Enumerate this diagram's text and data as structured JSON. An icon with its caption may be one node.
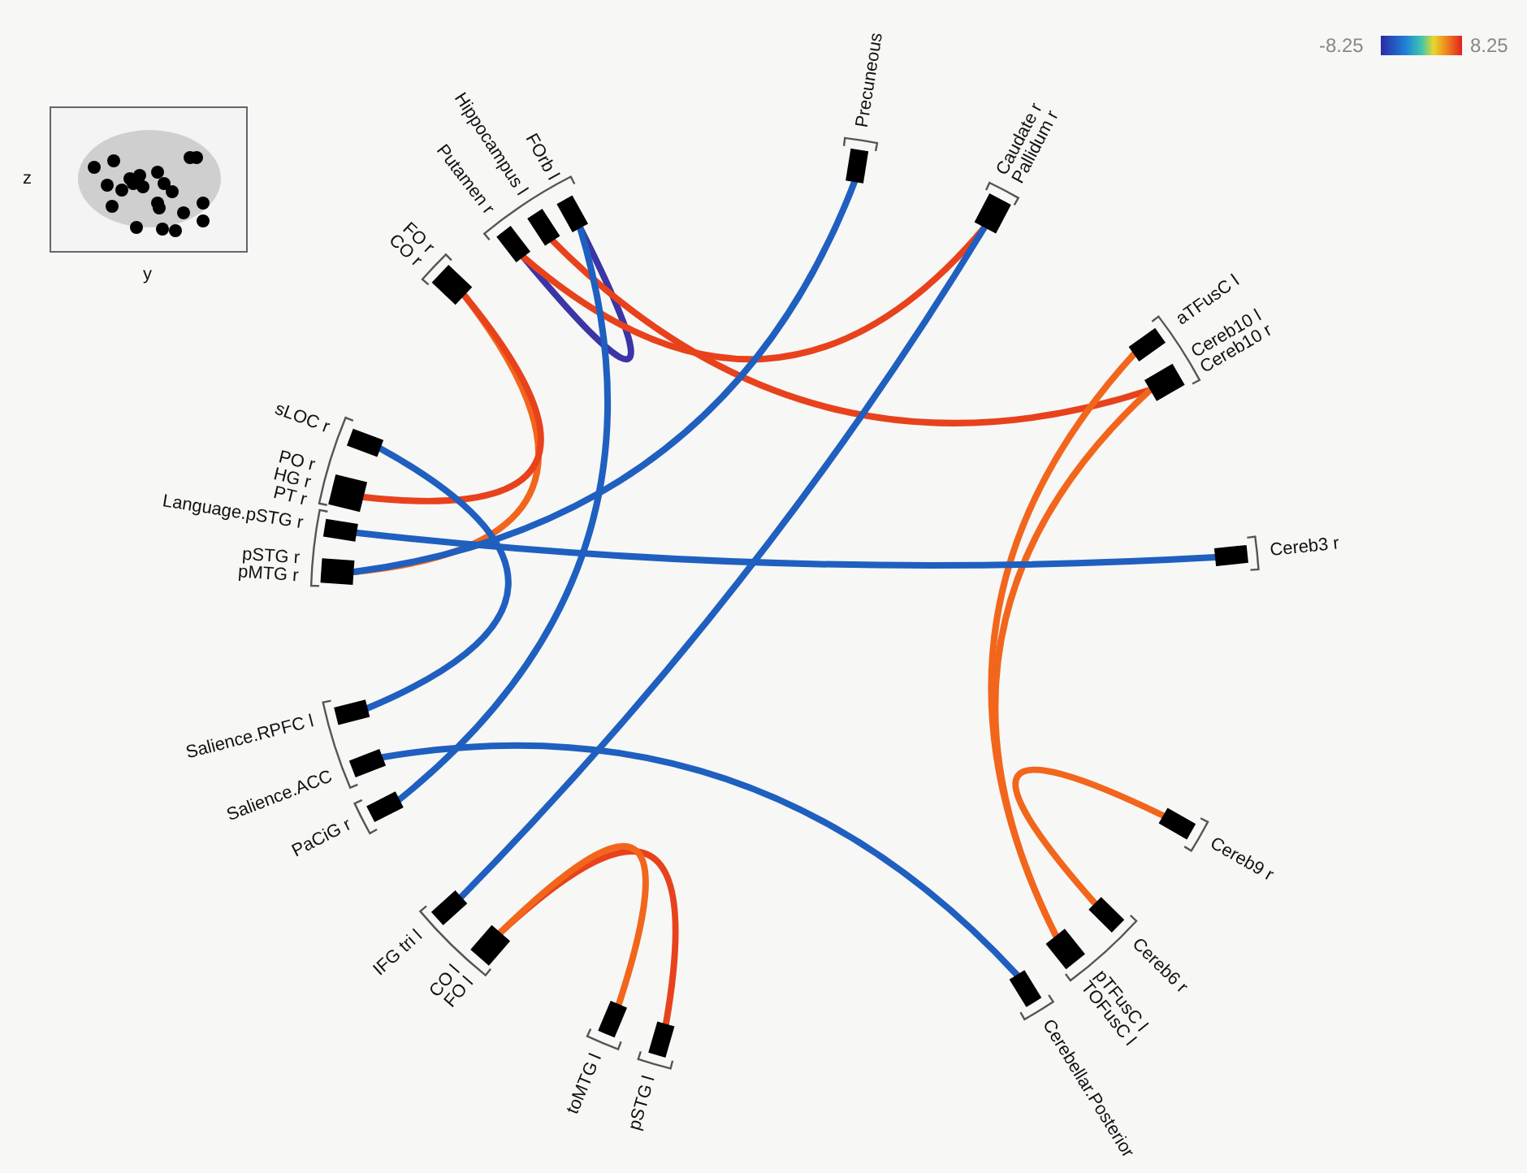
{
  "diagram": {
    "nodes": [
      {
        "text": [
          "FO r",
          "CO r"
        ]
      },
      {
        "text": [
          "Putamen r"
        ]
      },
      {
        "text": [
          "Hippocampus l"
        ]
      },
      {
        "text": [
          "FOrb l"
        ]
      },
      {
        "text": [
          "Precuneous"
        ]
      },
      {
        "text": [
          "Caudate r",
          "Pallidum r"
        ]
      },
      {
        "text": [
          "aTFusC l"
        ]
      },
      {
        "text": [
          "Cereb10 l",
          "Cereb10 r"
        ]
      },
      {
        "text": [
          "Cereb3 r"
        ]
      },
      {
        "text": [
          "Cereb9 r"
        ]
      },
      {
        "text": [
          "Cereb6 r"
        ]
      },
      {
        "text": [
          "pTFusC l",
          "TOFusC l"
        ]
      },
      {
        "text": [
          "Cerebellar.Posterior"
        ]
      },
      {
        "text": [
          "pSTG l"
        ]
      },
      {
        "text": [
          "toMTG l"
        ]
      },
      {
        "text": [
          "CO l",
          "FO l"
        ]
      },
      {
        "text": [
          "IFG tri l"
        ]
      },
      {
        "text": [
          "PaCiG r"
        ]
      },
      {
        "text": [
          "Salience.ACC"
        ]
      },
      {
        "text": [
          "Salience.RPFC l"
        ]
      },
      {
        "text": [
          "pSTG r",
          "pMTG r"
        ]
      },
      {
        "text": [
          "Language.pSTG r"
        ]
      },
      {
        "text": [
          "PO r",
          "HG r",
          "PT r"
        ]
      },
      {
        "text": [
          "sLOC r"
        ]
      }
    ],
    "edges": [
      {
        "from": 0,
        "to": 20,
        "arrow": "none",
        "color": "#f2661c"
      },
      {
        "from": 0,
        "to": 22,
        "arrow": "none",
        "color": "#e8421c"
      },
      {
        "from": 1,
        "to": 3,
        "arrow": "none",
        "color": "#3b35a6"
      },
      {
        "from": 1,
        "to": 5,
        "arrow": "none",
        "color": "#e8421c"
      },
      {
        "from": 2,
        "to": 7,
        "arrow": "none",
        "color": "#e8421c"
      },
      {
        "from": 3,
        "to": 17,
        "arrow": "none",
        "color": "#1f5fbf"
      },
      {
        "from": 4,
        "to": 20,
        "arrow": "none",
        "color": "#1f5fbf"
      },
      {
        "from": 5,
        "to": 16,
        "arrow": "none",
        "color": "#1f5fbf"
      },
      {
        "from": 6,
        "to": 11,
        "arrow": "none",
        "color": "#f2661c"
      },
      {
        "from": 7,
        "to": 11,
        "arrow": "none",
        "color": "#f2661c"
      },
      {
        "from": 8,
        "to": 21,
        "arrow": "none",
        "color": "#1f5fbf"
      },
      {
        "from": 9,
        "to": 10,
        "arrow": "none",
        "color": "#f2661c"
      },
      {
        "from": 12,
        "to": 18,
        "arrow": "none",
        "color": "#1f5fbf"
      },
      {
        "from": 15,
        "to": 13,
        "arrow": "none",
        "color": "#e8421c"
      },
      {
        "from": 15,
        "to": 14,
        "arrow": "none",
        "color": "#f2661c"
      },
      {
        "from": 19,
        "to": 23,
        "arrow": "none",
        "color": "#1f5fbf"
      }
    ],
    "labels": [
      "z",
      "y",
      "-8.25",
      "8.25"
    ]
  }
}
